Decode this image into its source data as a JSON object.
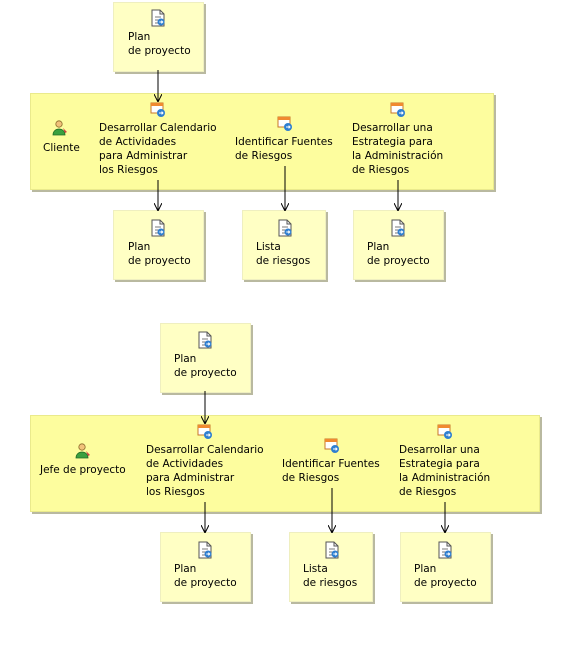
{
  "diagrams": [
    {
      "input": {
        "title": "Plan\nde proyecto",
        "icon": "document-arrow-icon"
      },
      "role": {
        "name": "Cliente",
        "icon": "person-icon"
      },
      "activities": [
        {
          "title": "Desarrollar Calendario\nde Actividades\npara Administrar\nlos Riesgos",
          "icon": "task-icon"
        },
        {
          "title": "Identificar Fuentes\nde Riesgos",
          "icon": "task-icon"
        },
        {
          "title": "Desarrollar una\nEstrategia para\nla Administración\nde Riesgos",
          "icon": "task-icon"
        }
      ],
      "outputs": [
        {
          "title": "Plan\nde proyecto",
          "icon": "document-arrow-icon"
        },
        {
          "title": "Lista\nde riesgos",
          "icon": "document-arrow-icon"
        },
        {
          "title": "Plan\nde proyecto",
          "icon": "document-arrow-icon"
        }
      ]
    },
    {
      "input": {
        "title": "Plan\nde proyecto",
        "icon": "document-arrow-icon"
      },
      "role": {
        "name": "Jefe de proyecto",
        "icon": "person-icon"
      },
      "activities": [
        {
          "title": "Desarrollar Calendario\nde Actividades\npara Administrar\nlos Riesgos",
          "icon": "task-icon"
        },
        {
          "title": "Identificar Fuentes\nde Riesgos",
          "icon": "task-icon"
        },
        {
          "title": "Desarrollar una\nEstrategia para\nla Administración\nde Riesgos",
          "icon": "task-icon"
        }
      ],
      "outputs": [
        {
          "title": "Plan\nde proyecto",
          "icon": "document-arrow-icon"
        },
        {
          "title": "Lista\nde riesgos",
          "icon": "document-arrow-icon"
        },
        {
          "title": "Plan\nde proyecto",
          "icon": "document-arrow-icon"
        }
      ]
    }
  ]
}
